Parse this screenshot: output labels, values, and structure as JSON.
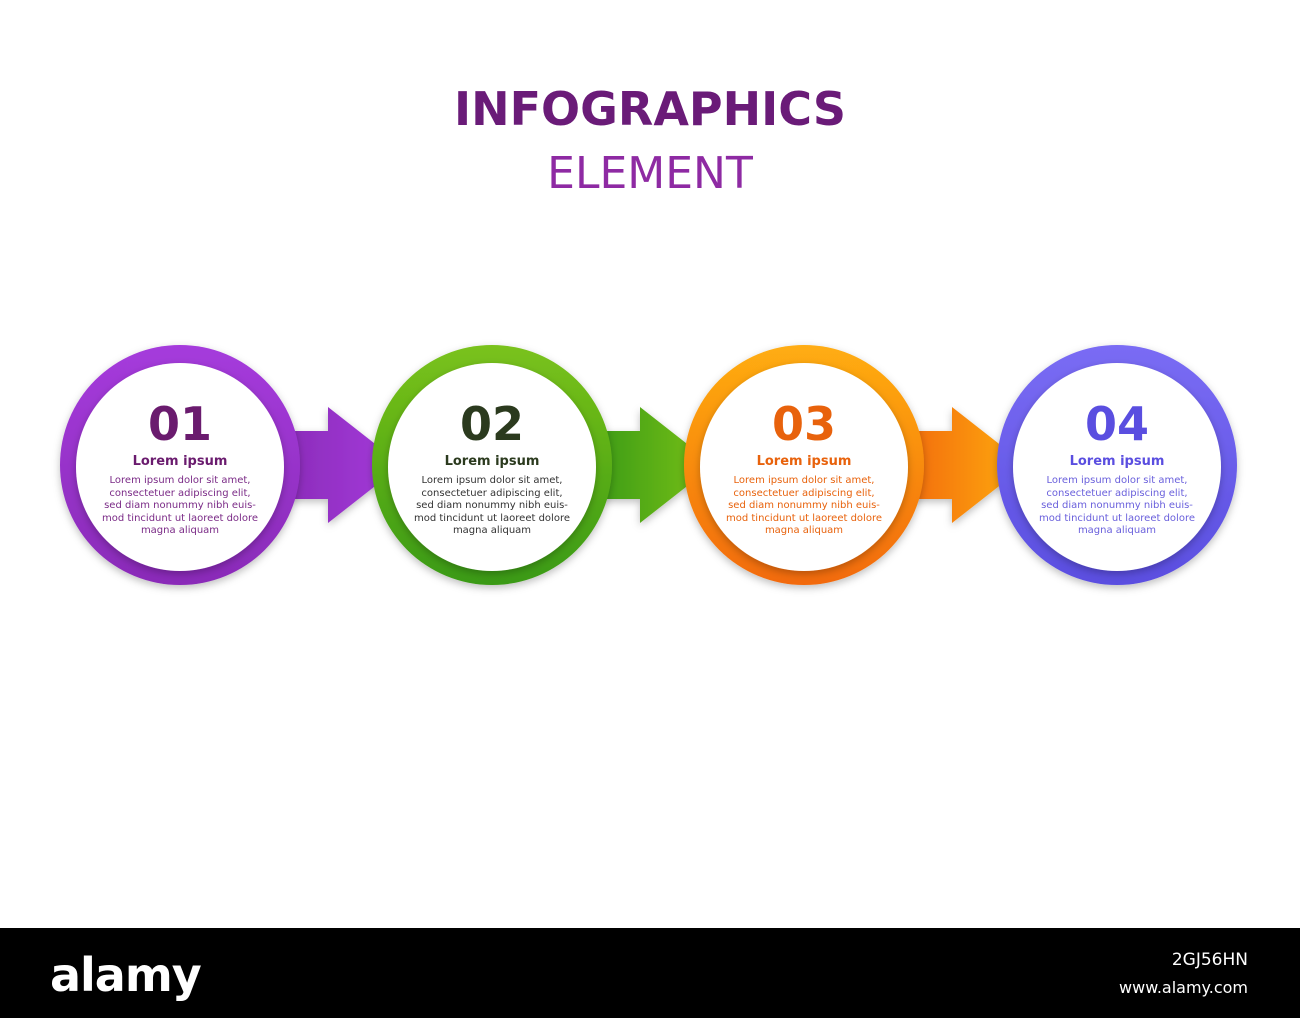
{
  "header": {
    "title": "INFOGRAPHICS",
    "subtitle": "ELEMENT"
  },
  "steps": [
    {
      "number": "01",
      "heading": "Lorem ipsum",
      "lines": [
        "Lorem ipsum dolor sit amet,",
        "consectetuer adipiscing elit,",
        "sed diam nonummy nibh euis-",
        "mod tincidunt ut laoreet dolore",
        "magna aliquam"
      ],
      "color": "#8a2bb8",
      "color_light": "#a53bdc",
      "number_color": "#6a1b6e",
      "heading_color": "#6a1b6e",
      "text_color": "#7a2a86"
    },
    {
      "number": "02",
      "heading": "Lorem ipsum",
      "lines": [
        "Lorem ipsum dolor sit amet,",
        "consectetuer adipiscing elit,",
        "sed diam nonummy nibh euis-",
        "mod tincidunt ut laoreet dolore",
        "magna aliquam"
      ],
      "color": "#3a9a12",
      "color_light": "#7ac21b",
      "number_color": "#2b3a1e",
      "heading_color": "#2b3a1e",
      "text_color": "#333333"
    },
    {
      "number": "03",
      "heading": "Lorem ipsum",
      "lines": [
        "Lorem ipsum dolor sit amet,",
        "consectetuer adipiscing elit,",
        "sed diam nonummy nibh euis-",
        "mod tincidunt ut laoreet dolore",
        "magna aliquam"
      ],
      "color": "#f26a0a",
      "color_light": "#ffad12",
      "number_color": "#e8620c",
      "heading_color": "#e8620c",
      "text_color": "#e8620c"
    },
    {
      "number": "04",
      "heading": "Lorem ipsum",
      "lines": [
        "Lorem ipsum dolor sit amet,",
        "consectetuer adipiscing elit,",
        "sed diam nonummy nibh euis-",
        "mod tincidunt ut laoreet dolore",
        "magna aliquam"
      ],
      "color": "#5a4ee0",
      "color_light": "#7a6cf4",
      "number_color": "#5a4ee0",
      "heading_color": "#5a4ee0",
      "text_color": "#6a60dc"
    }
  ],
  "footer": {
    "logo": "alamy",
    "image_id": "2GJ56HN",
    "site": "www.alamy.com"
  }
}
